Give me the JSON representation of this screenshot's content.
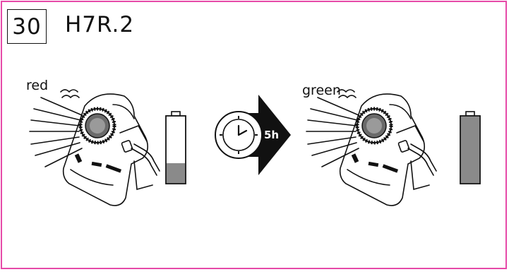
{
  "step": {
    "number": "30",
    "model": "H7R.2"
  },
  "state_before": {
    "indicator_label": "red",
    "battery_level": 0.3
  },
  "timer": {
    "label": "5h",
    "icon": "clock-icon"
  },
  "state_after": {
    "indicator_label": "green",
    "battery_level": 1.0
  },
  "colors": {
    "frame": "#e64aa8",
    "battery_fill": "#8a8a8a",
    "arrow": "#111111"
  }
}
